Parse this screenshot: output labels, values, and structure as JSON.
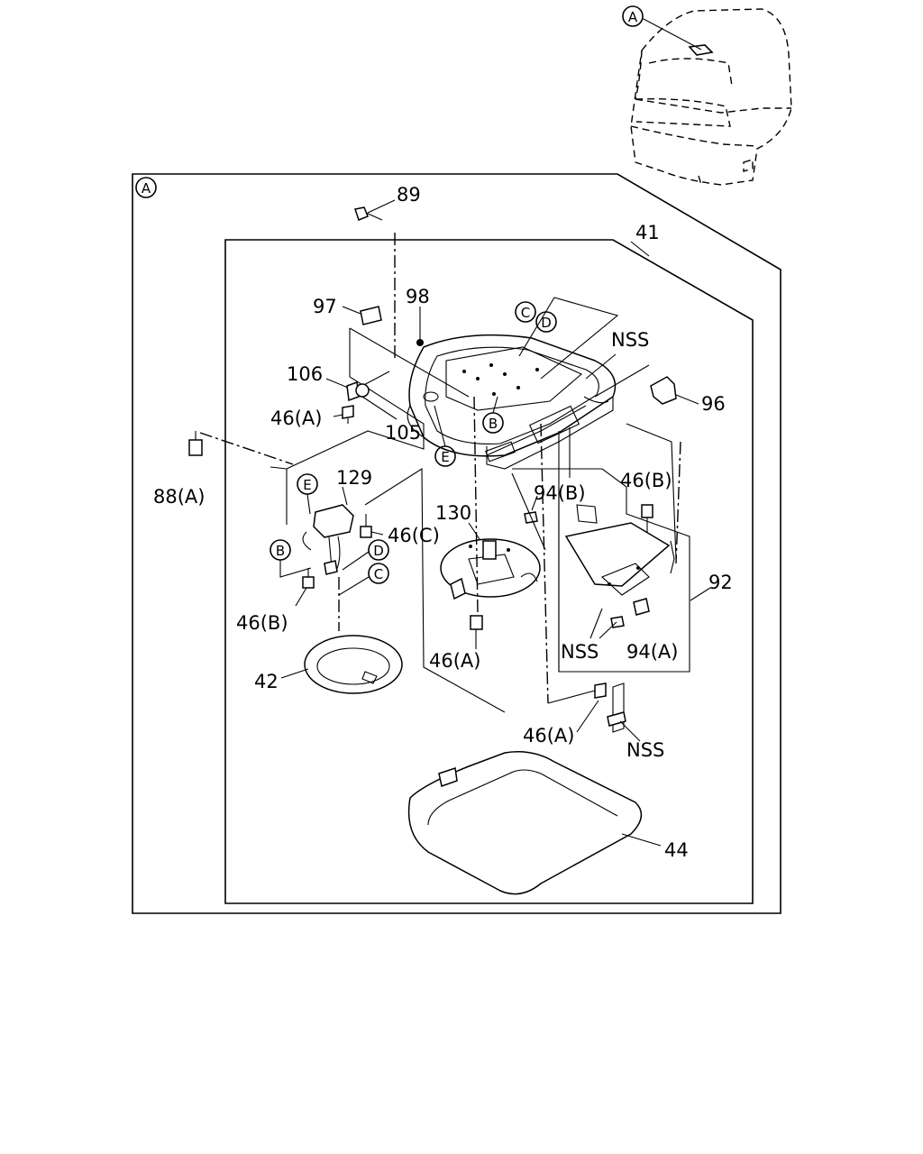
{
  "callouts": {
    "ref_a_top": "A",
    "ref_a_frame": "A",
    "c_top": "C",
    "d_top": "D",
    "b_mid": "B",
    "e_mid": "E",
    "e_left": "E",
    "b_left": "B",
    "d_left": "D",
    "c_left": "C"
  },
  "labels": {
    "p89": "89",
    "p41": "41",
    "p97": "97",
    "p98": "98",
    "nss_1": "NSS",
    "p106": "106",
    "p96": "96",
    "p46a_1": "46(A)",
    "p105": "105",
    "p88a": "88(A)",
    "p129": "129",
    "p94b": "94(B)",
    "p46b_right": "46(B)",
    "p130": "130",
    "p46c": "46(C)",
    "p92": "92",
    "p46b_left": "46(B)",
    "nss_2": "NSS",
    "p94a": "94(A)",
    "p42": "42",
    "p46a_2": "46(A)",
    "p46a_3": "46(A)",
    "nss_3": "NSS",
    "p44": "44"
  }
}
